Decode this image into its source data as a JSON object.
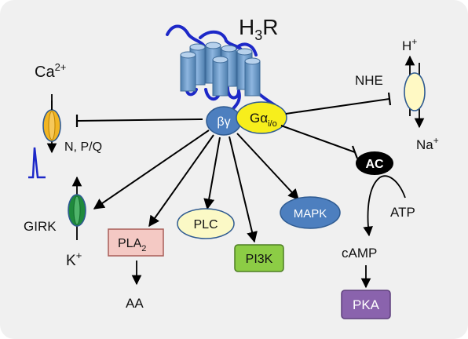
{
  "colors": {
    "panel": "#f0f0f0",
    "helix": "#8eb6e0",
    "helix_dark": "#4f7fae",
    "loop": "#1d28c8",
    "betagamma": "#4d7fbf",
    "galpha": "#f7ee1c",
    "ac": "#000000",
    "plc": "#fbf9c6",
    "mapk": "#4d7fbf",
    "pla2": "#f4c9c4",
    "pla2_border": "#a85d58",
    "pi3k": "#8ccc45",
    "pi3k_border": "#4d7e22",
    "pka": "#8a63ad",
    "ca_channel": "#f1b523",
    "girk_channel": "#1f8a3c",
    "nhe_channel": "#fff9c4",
    "spike": "#1d28c8"
  },
  "receptor": {
    "name": "H",
    "sub": "3",
    "suffix": "R"
  },
  "gprotein": {
    "betagamma": "βγ",
    "alpha": "Gα",
    "alpha_sub": "i/o"
  },
  "ca_channel": {
    "ion": "Ca",
    "charge": "2+",
    "types": "N, P/Q"
  },
  "girk": {
    "name": "GIRK",
    "ion": "K",
    "charge": "+"
  },
  "nhe": {
    "name": "NHE",
    "ion_top": "H",
    "ion_top_charge": "+",
    "ion_bottom": "Na",
    "ion_bottom_charge": "+"
  },
  "effectors": {
    "pla2": {
      "name": "PLA",
      "sub": "2",
      "product": "AA"
    },
    "plc": "PLC",
    "pi3k": "PI3K",
    "mapk": "MAPK",
    "ac": "AC",
    "atp": "ATP",
    "camp": "cAMP",
    "pka": "PKA"
  }
}
